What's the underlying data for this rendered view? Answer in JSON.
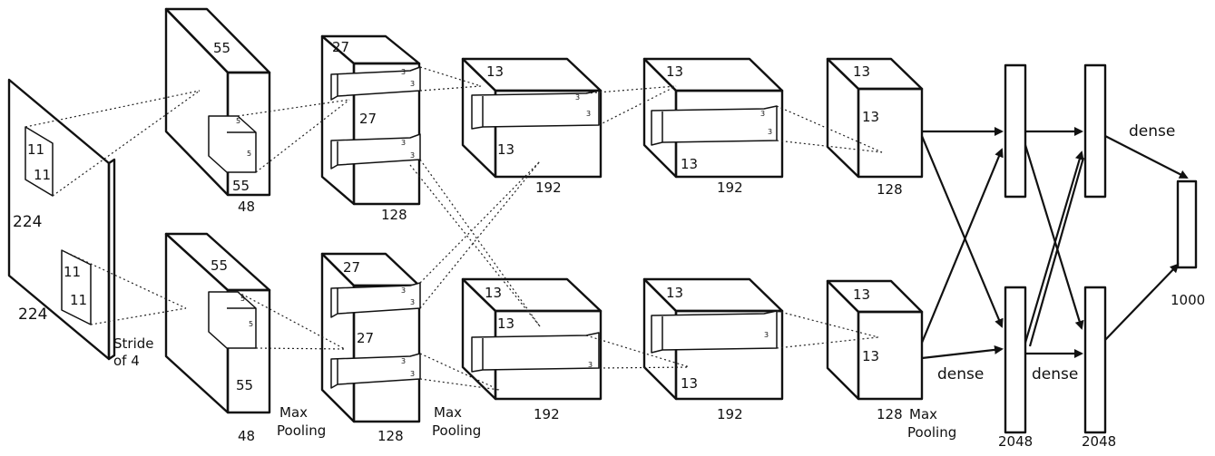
{
  "input": {
    "side_top": "224",
    "side_bottom": "224",
    "stride": [
      "Stride",
      "of 4"
    ]
  },
  "kernels": {
    "k11": "11",
    "k5": "5",
    "k3": "3"
  },
  "conv1": {
    "size": "55",
    "depth": "48"
  },
  "conv2": {
    "size": "27",
    "depth": "128"
  },
  "conv3": {
    "size": "13",
    "depth": "192"
  },
  "conv4": {
    "size": "13",
    "depth": "192"
  },
  "conv5": {
    "size": "13",
    "depth": "128"
  },
  "pool_label": [
    "Max",
    "Pooling"
  ],
  "dense": {
    "label": "dense",
    "width": "2048",
    "output": "1000"
  }
}
